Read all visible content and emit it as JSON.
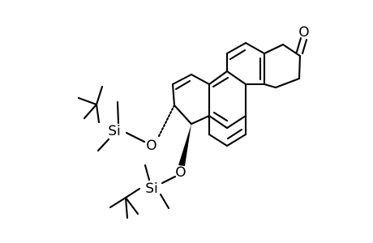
{
  "molecule": {
    "atoms": {
      "carbonyl_o": "O",
      "ether_o1": "O",
      "ether_o2": "O",
      "si1": "Si",
      "si2": "Si"
    }
  }
}
